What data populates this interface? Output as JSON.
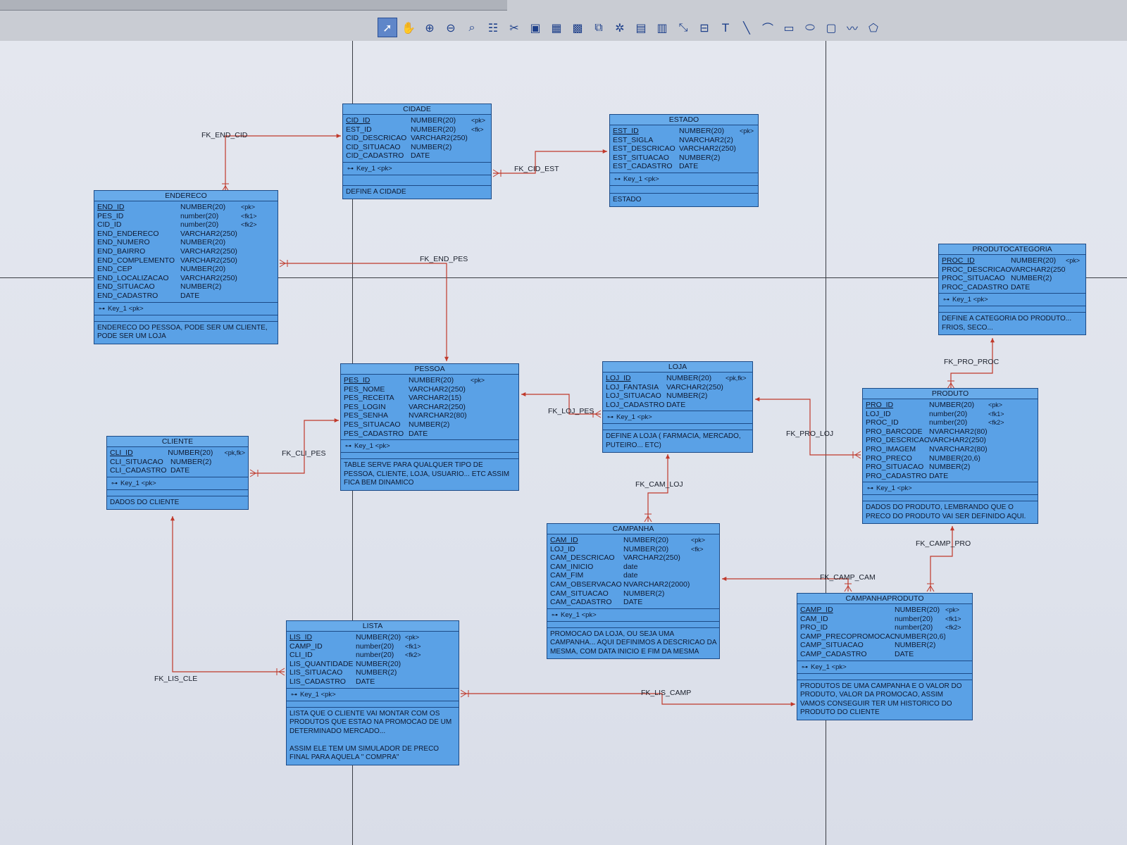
{
  "toolbar": {
    "tools": [
      {
        "icon": "pointer-icon",
        "glyph": "➚",
        "active": true
      },
      {
        "icon": "hand-icon",
        "glyph": "✋"
      },
      {
        "icon": "zoom-in-icon",
        "glyph": "⊕"
      },
      {
        "icon": "zoom-out-icon",
        "glyph": "⊖"
      },
      {
        "icon": "zoom-fit-icon",
        "glyph": "⌕"
      },
      {
        "icon": "properties-icon",
        "glyph": "☷"
      },
      {
        "icon": "scissors-icon",
        "glyph": "✂"
      },
      {
        "icon": "package-icon",
        "glyph": "▣"
      },
      {
        "icon": "table-icon",
        "glyph": "▦"
      },
      {
        "icon": "view-icon",
        "glyph": "▩"
      },
      {
        "icon": "reference-icon",
        "glyph": "⧉"
      },
      {
        "icon": "procedure-icon",
        "glyph": "✲"
      },
      {
        "icon": "file-icon",
        "glyph": "▤"
      },
      {
        "icon": "document-icon",
        "glyph": "▥"
      },
      {
        "icon": "link-icon",
        "glyph": "⤡"
      },
      {
        "icon": "storage-icon",
        "glyph": "⊟"
      },
      {
        "icon": "text-icon",
        "glyph": "T"
      },
      {
        "icon": "line-icon",
        "glyph": "╲"
      },
      {
        "icon": "arc-icon",
        "glyph": "⌒"
      },
      {
        "icon": "rectangle-icon",
        "glyph": "▭"
      },
      {
        "icon": "ellipse-icon",
        "glyph": "⬭"
      },
      {
        "icon": "rounded-rect-icon",
        "glyph": "▢"
      },
      {
        "icon": "polyline-icon",
        "glyph": "〰"
      },
      {
        "icon": "polygon-icon",
        "glyph": "⬠"
      }
    ]
  },
  "colors": {
    "entity_fill": "#5aa1e6",
    "entity_border": "#1c4a86",
    "link": "#c0392b",
    "canvas": "#e1e4ec"
  },
  "entities": [
    {
      "id": "cidade",
      "title": "CIDADE",
      "attrs": [
        {
          "name": "CID_ID",
          "type": "NUMBER(20)",
          "key": "<pk>",
          "pk": true
        },
        {
          "name": "EST_ID",
          "type": "NUMBER(20)",
          "key": "<fk>"
        },
        {
          "name": "CID_DESCRICAO",
          "type": "VARCHAR2(250)",
          "key": ""
        },
        {
          "name": "CID_SITUACAO",
          "type": "NUMBER(2)",
          "key": ""
        },
        {
          "name": "CID_CADASTRO",
          "type": "DATE",
          "key": ""
        }
      ],
      "key": "Key_1   <pk>",
      "desc": "DEFINE A CIDADE"
    },
    {
      "id": "estado",
      "title": "ESTADO",
      "attrs": [
        {
          "name": "EST_ID",
          "type": "NUMBER(20)",
          "key": "<pk>",
          "pk": true
        },
        {
          "name": "EST_SIGLA",
          "type": "NVARCHAR2(2)",
          "key": ""
        },
        {
          "name": "EST_DESCRICAO",
          "type": "VARCHAR2(250)",
          "key": ""
        },
        {
          "name": "EST_SITUACAO",
          "type": "NUMBER(2)",
          "key": ""
        },
        {
          "name": "EST_CADASTRO",
          "type": "DATE",
          "key": ""
        }
      ],
      "key": "Key_1   <pk>",
      "desc": "ESTADO"
    },
    {
      "id": "endereco",
      "title": "ENDERECO",
      "attrs": [
        {
          "name": "END_ID",
          "type": "NUMBER(20)",
          "key": "<pk>",
          "pk": true
        },
        {
          "name": "PES_ID",
          "type": "number(20)",
          "key": "<fk1>"
        },
        {
          "name": "CID_ID",
          "type": "number(20)",
          "key": "<fk2>"
        },
        {
          "name": "END_ENDERECO",
          "type": "VARCHAR2(250)",
          "key": ""
        },
        {
          "name": "END_NUMERO",
          "type": "NUMBER(20)",
          "key": ""
        },
        {
          "name": "END_BAIRRO",
          "type": "VARCHAR2(250)",
          "key": ""
        },
        {
          "name": "END_COMPLEMENTO",
          "type": "VARCHAR2(250)",
          "key": ""
        },
        {
          "name": "END_CEP",
          "type": "NUMBER(20)",
          "key": ""
        },
        {
          "name": "END_LOCALIZACAO",
          "type": "VARCHAR2(250)",
          "key": ""
        },
        {
          "name": "END_SITUACAO",
          "type": "NUMBER(2)",
          "key": ""
        },
        {
          "name": "END_CADASTRO",
          "type": "DATE",
          "key": ""
        }
      ],
      "key": "Key_1   <pk>",
      "desc": "ENDERECO DO PESSOA, PODE SER UM CLIENTE, PODE SER UM LOJA"
    },
    {
      "id": "produtocategoria",
      "title": "PRODUTOCATEGORIA",
      "attrs": [
        {
          "name": "PROC_ID",
          "type": "NUMBER(20)",
          "key": "<pk>",
          "pk": true
        },
        {
          "name": "PROC_DESCRICAO",
          "type": "VARCHAR2(250)",
          "key": ""
        },
        {
          "name": "PROC_SITUACAO",
          "type": "NUMBER(2)",
          "key": ""
        },
        {
          "name": "PROC_CADASTRO",
          "type": "DATE",
          "key": ""
        }
      ],
      "key": "Key_1   <pk>",
      "desc": "DEFINE A CATEGORIA DO PRODUTO... FRIOS, SECO..."
    },
    {
      "id": "pessoa",
      "title": "PESSOA",
      "attrs": [
        {
          "name": "PES_ID",
          "type": "NUMBER(20)",
          "key": "<pk>",
          "pk": true
        },
        {
          "name": "PES_NOME",
          "type": "VARCHAR2(250)",
          "key": ""
        },
        {
          "name": "PES_RECEITA",
          "type": "VARCHAR2(15)",
          "key": ""
        },
        {
          "name": "PES_LOGIN",
          "type": "VARCHAR2(250)",
          "key": ""
        },
        {
          "name": "PES_SENHA",
          "type": "NVARCHAR2(80)",
          "key": ""
        },
        {
          "name": "PES_SITUACAO",
          "type": "NUMBER(2)",
          "key": ""
        },
        {
          "name": "PES_CADASTRO",
          "type": "DATE",
          "key": ""
        }
      ],
      "key": "Key_1   <pk>",
      "desc": "TABLE SERVE PARA QUALQUER TIPO DE PESSOA, CLIENTE, LOJA, USUARIO... ETC ASSIM FICA BEM DINAMICO"
    },
    {
      "id": "loja",
      "title": "LOJA",
      "attrs": [
        {
          "name": "LOJ_ID",
          "type": "NUMBER(20)",
          "key": "<pk,fk>",
          "pk": true
        },
        {
          "name": "LOJ_FANTASIA",
          "type": "VARCHAR2(250)",
          "key": ""
        },
        {
          "name": "LOJ_SITUACAO",
          "type": "NUMBER(2)",
          "key": ""
        },
        {
          "name": "LOJ_CADASTRO",
          "type": "DATE",
          "key": ""
        }
      ],
      "key": "Key_1   <pk>",
      "desc": "DEFINE A LOJA ( FARMACIA, MERCADO, PUTEIRO... ETC)"
    },
    {
      "id": "produto",
      "title": "PRODUTO",
      "attrs": [
        {
          "name": "PRO_ID",
          "type": "NUMBER(20)",
          "key": "<pk>",
          "pk": true
        },
        {
          "name": "LOJ_ID",
          "type": "number(20)",
          "key": "<fk1>"
        },
        {
          "name": "PROC_ID",
          "type": "number(20)",
          "key": "<fk2>"
        },
        {
          "name": "PRO_BARCODE",
          "type": "NVARCHAR2(80)",
          "key": ""
        },
        {
          "name": "PRO_DESCRICAO",
          "type": "VARCHAR2(250)",
          "key": ""
        },
        {
          "name": "PRO_IMAGEM",
          "type": "NVARCHAR2(80)",
          "key": ""
        },
        {
          "name": "PRO_PRECO",
          "type": "NUMBER(20,6)",
          "key": ""
        },
        {
          "name": "PRO_SITUACAO",
          "type": "NUMBER(2)",
          "key": ""
        },
        {
          "name": "PRO_CADASTRO",
          "type": "DATE",
          "key": ""
        }
      ],
      "key": "Key_1   <pk>",
      "desc": "DADOS DO PRODUTO,  LEMBRANDO QUE O PRECO DO PRODUTO VAI SER DEFINIDO AQUI."
    },
    {
      "id": "cliente",
      "title": "CLIENTE",
      "attrs": [
        {
          "name": "CLI_ID",
          "type": "NUMBER(20)",
          "key": "<pk,fk>",
          "pk": true
        },
        {
          "name": "CLI_SITUACAO",
          "type": "NUMBER(2)",
          "key": ""
        },
        {
          "name": "CLI_CADASTRO",
          "type": "DATE",
          "key": ""
        }
      ],
      "key": "Key_1   <pk>",
      "desc": "DADOS DO CLIENTE"
    },
    {
      "id": "campanha",
      "title": "CAMPANHA",
      "attrs": [
        {
          "name": "CAM_ID",
          "type": "NUMBER(20)",
          "key": "<pk>",
          "pk": true
        },
        {
          "name": "LOJ_ID",
          "type": "NUMBER(20)",
          "key": "<fk>"
        },
        {
          "name": "CAM_DESCRICAO",
          "type": "VARCHAR2(250)",
          "key": ""
        },
        {
          "name": "CAM_INICIO",
          "type": "date",
          "key": ""
        },
        {
          "name": "CAM_FIM",
          "type": "date",
          "key": ""
        },
        {
          "name": "CAM_OBSERVACAO",
          "type": "NVARCHAR2(2000)",
          "key": ""
        },
        {
          "name": "CAM_SITUACAO",
          "type": "NUMBER(2)",
          "key": ""
        },
        {
          "name": "CAM_CADASTRO",
          "type": "DATE",
          "key": ""
        }
      ],
      "key": "Key_1   <pk>",
      "desc": "PROMOCAO DA LOJA, OU SEJA UMA CAMPANHA... AQUI DEFINIMOS A DESCRICAO DA MESMA, COM DATA INICIO E FIM DA MESMA"
    },
    {
      "id": "campanhaproduto",
      "title": "CAMPANHAPRODUTO",
      "attrs": [
        {
          "name": "CAMP_ID",
          "type": "NUMBER(20)",
          "key": "<pk>",
          "pk": true
        },
        {
          "name": "CAM_ID",
          "type": "number(20)",
          "key": "<fk1>"
        },
        {
          "name": "PRO_ID",
          "type": "number(20)",
          "key": "<fk2>"
        },
        {
          "name": "CAMP_PRECOPROMOCAO",
          "type": "NUMBER(20,6)",
          "key": ""
        },
        {
          "name": "CAMP_SITUACAO",
          "type": "NUMBER(2)",
          "key": ""
        },
        {
          "name": "CAMP_CADASTRO",
          "type": "DATE",
          "key": ""
        }
      ],
      "key": "Key_1   <pk>",
      "desc": "PRODUTOS DE UMA CAMPANHA E O VALOR DO PRODUTO, VALOR DA PROMOCAO, ASSIM VAMOS CONSEGUIR TER UM HISTORICO DO PRODUTO DO CLIENTE"
    },
    {
      "id": "lista",
      "title": "LISTA",
      "attrs": [
        {
          "name": "LIS_ID",
          "type": "NUMBER(20)",
          "key": "<pk>",
          "pk": true
        },
        {
          "name": "CAMP_ID",
          "type": "number(20)",
          "key": "<fk1>"
        },
        {
          "name": "CLI_ID",
          "type": "number(20)",
          "key": "<fk2>"
        },
        {
          "name": "LIS_QUANTIDADE",
          "type": "NUMBER(20)",
          "key": ""
        },
        {
          "name": "LIS_SITUACAO",
          "type": "NUMBER(2)",
          "key": ""
        },
        {
          "name": "LIS_CADASTRO",
          "type": "DATE",
          "key": ""
        }
      ],
      "key": "Key_1   <pk>",
      "desc": "LISTA QUE O CLIENTE VAI MONTAR COM OS PRODUTOS QUE ESTAO NA PROMOCAO DE UM DETERMINADO MERCADO...\n\nASSIM ELE TEM UM SIMULADOR DE PRECO FINAL PARA AQUELA \" COMPRA\""
    }
  ],
  "relationships": [
    {
      "id": "fk-end-cid",
      "label": "FK_END_CID"
    },
    {
      "id": "fk-cid-est",
      "label": "FK_CID_EST"
    },
    {
      "id": "fk-end-pes",
      "label": "FK_END_PES"
    },
    {
      "id": "fk-pro-proc",
      "label": "FK_PRO_PROC"
    },
    {
      "id": "fk-loj-pes",
      "label": "FK_LOJ_PES"
    },
    {
      "id": "fk-pro-loj",
      "label": "FK_PRO_LOJ"
    },
    {
      "id": "fk-cli-pes",
      "label": "FK_CLI_PES"
    },
    {
      "id": "fk-cam-loj",
      "label": "FK_CAM_LOJ"
    },
    {
      "id": "fk-camp-pro",
      "label": "FK_CAMP_PRO"
    },
    {
      "id": "fk-camp-cam",
      "label": "FK_CAMP_CAM"
    },
    {
      "id": "fk-lis-cle",
      "label": "FK_LIS_CLE"
    },
    {
      "id": "fk-lis-camp",
      "label": "FK_LIS_CAMP"
    }
  ]
}
